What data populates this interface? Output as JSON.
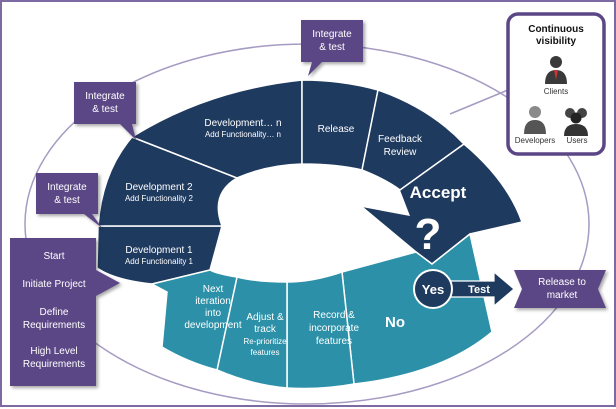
{
  "colors": {
    "dark_blue": "#1f3a5f",
    "teal": "#2b90a8",
    "purple": "#5b4686",
    "purple_light": "#6a5596",
    "outline": "#a69bc2",
    "white": "#ffffff"
  },
  "segments": {
    "dev1": {
      "title": "Development 1",
      "sub": "Add Functionality 1"
    },
    "dev2": {
      "title": "Development 2",
      "sub": "Add Functionality 2"
    },
    "devn": {
      "title": "Development… n",
      "sub": "Add Functionality… n"
    },
    "release": {
      "label": "Release"
    },
    "feedback": {
      "lines": [
        "Feedback",
        "Review"
      ]
    },
    "accept": {
      "label": "Accept",
      "mark": "?"
    },
    "next_iteration": {
      "lines": [
        "Next",
        "iteration",
        "into",
        "development"
      ]
    },
    "adjust": {
      "lines": [
        "Adjust &",
        "track"
      ],
      "sub_lines": [
        "Re-prioritize",
        "features"
      ]
    },
    "record": {
      "lines": [
        "Record &",
        "incorporate",
        "features"
      ]
    },
    "no": {
      "label": "No"
    }
  },
  "integrate_callouts": [
    {
      "lines": [
        "Integrate",
        "& test"
      ]
    },
    {
      "lines": [
        "Integrate",
        "& test"
      ]
    },
    {
      "lines": [
        "Integrate",
        "& test"
      ]
    }
  ],
  "start_box": {
    "items": [
      {
        "lines": [
          "Start"
        ]
      },
      {
        "lines": [
          "Initiate Project"
        ]
      },
      {
        "lines": [
          "Define",
          "Requirements"
        ]
      },
      {
        "lines": [
          "High Level",
          "Requirements"
        ]
      }
    ]
  },
  "decision": {
    "yes": "Yes",
    "test": "Test"
  },
  "release_market": {
    "lines": [
      "Release to",
      "market"
    ]
  },
  "visibility": {
    "title_lines": [
      "Continuous",
      "visibility"
    ],
    "clients": "Clients",
    "developers": "Developers",
    "users": "Users",
    "icons": [
      "person-icon",
      "person-icon",
      "group-icon"
    ]
  }
}
